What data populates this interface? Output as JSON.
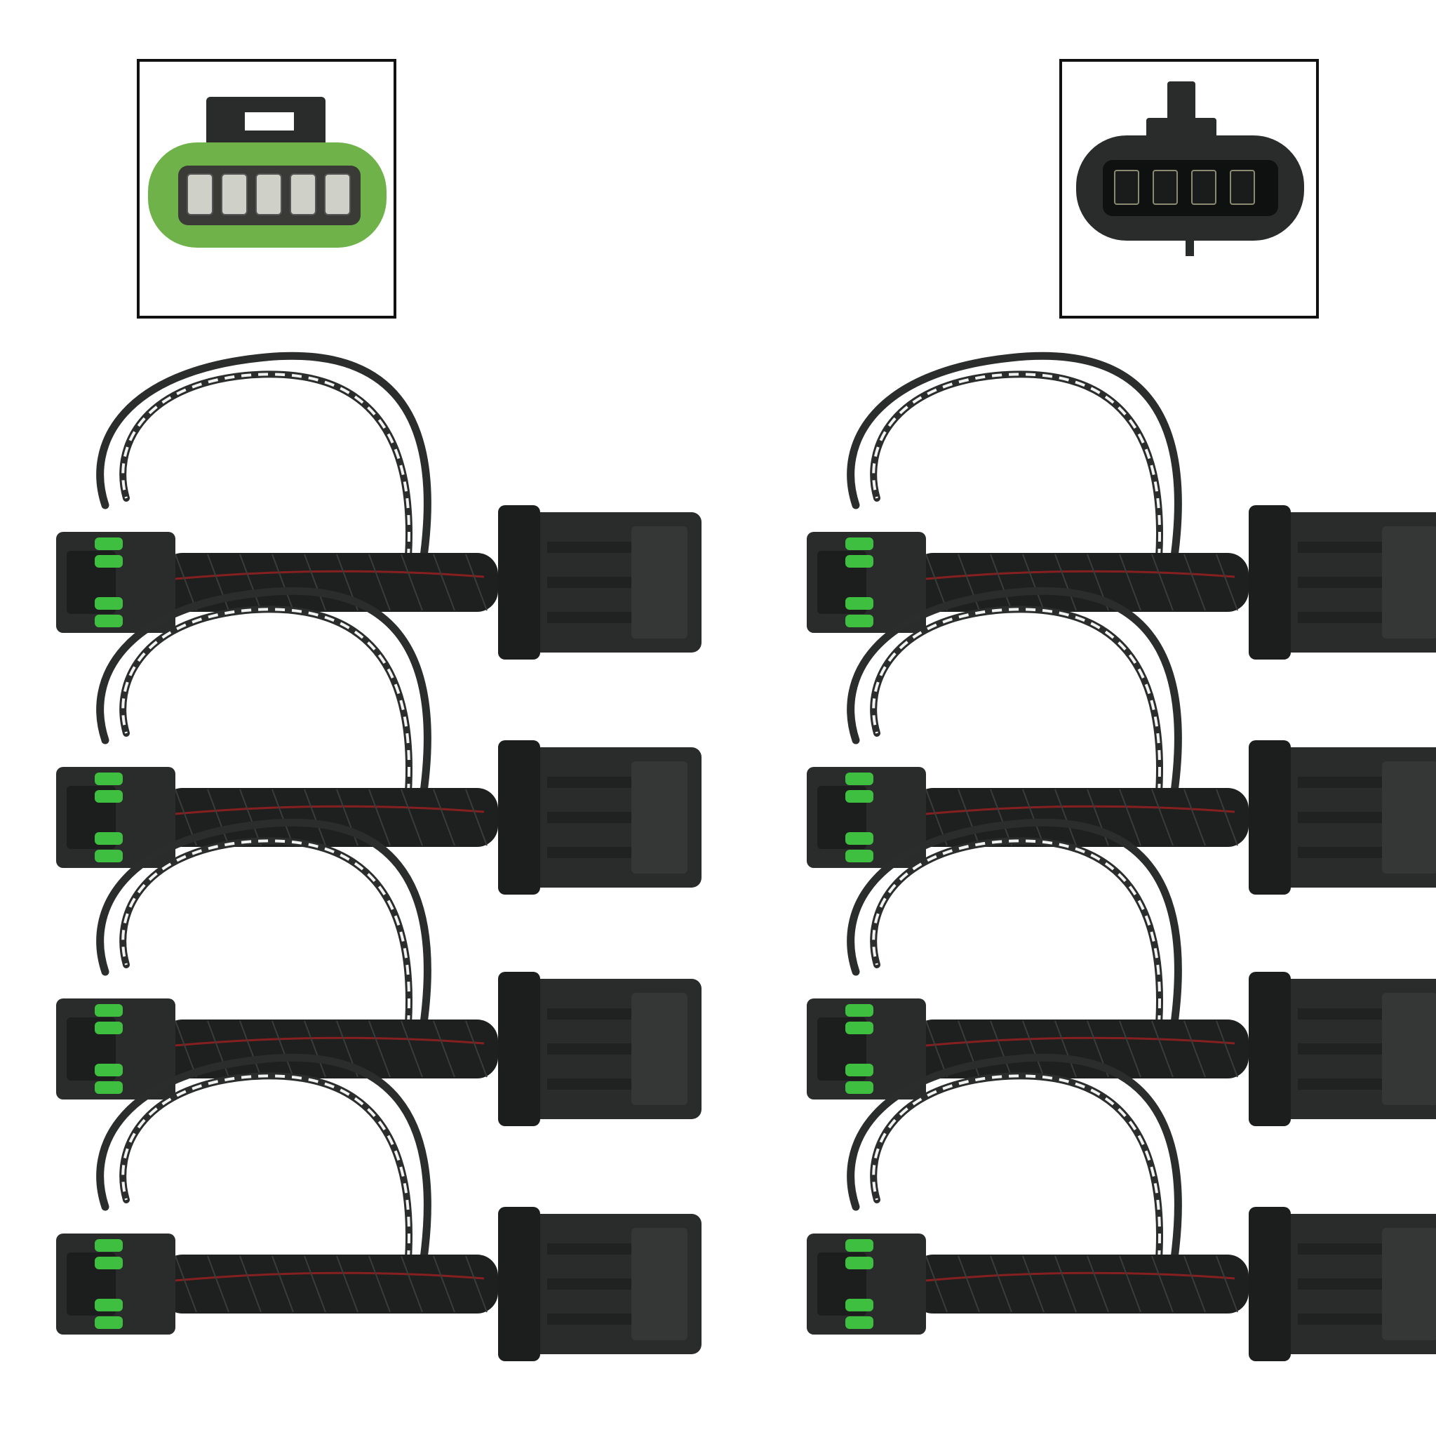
{
  "image": {
    "description_kind": "product-photo",
    "colors": {
      "background": "#ffffff",
      "connector_black": "#2a2c2c",
      "connector_dark": "#1c1d1d",
      "female_shell_green": "#6fb24a",
      "seal_green": "#3fbf3f",
      "sleeve": "#1e1f1f",
      "tracer_red": "#a02020",
      "wire_white": "#f2f2f2",
      "wire_black": "#2b2d2d",
      "inset_border": "#111111"
    },
    "insets": [
      {
        "name": "female-connector-closeup",
        "pins": 5
      },
      {
        "name": "male-connector-closeup",
        "pins": 4
      }
    ],
    "harness_columns": 2,
    "harnesses_per_column": 4
  }
}
